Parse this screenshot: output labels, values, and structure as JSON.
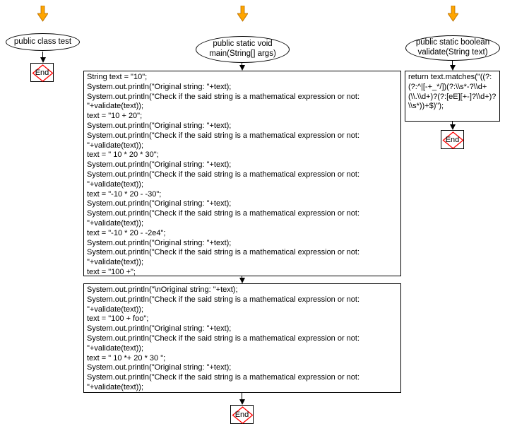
{
  "diagram": {
    "colors": {
      "start_arrow": "#FFA500",
      "end_diamond": "#FF0000",
      "line": "#000000"
    },
    "end_label": "End",
    "class_node": {
      "label": "public class test"
    },
    "main_node": {
      "label": "public static void main(String[] args)"
    },
    "validate_node": {
      "label": "public static boolean validate(String text)"
    },
    "main_code_part1": "String text = \"10\";\nSystem.out.println(\"Original string: \"+text);\nSystem.out.println(\"Check if the said string is a mathematical expression or not: \"+validate(text));\ntext = \"10 + 20\";\nSystem.out.println(\"Original string: \"+text);\nSystem.out.println(\"Check if the said string is a mathematical expression or not: \"+validate(text));\ntext = \" 10 * 20 * 30\";\nSystem.out.println(\"Original string: \"+text);\nSystem.out.println(\"Check if the said string is a mathematical expression or not: \"+validate(text));\ntext = \"-10 * 20 - -30\";\nSystem.out.println(\"Original string: \"+text);\nSystem.out.println(\"Check if the said string is a mathematical expression or not: \"+validate(text));\ntext = \"-10 * 20 - -2e4\";\nSystem.out.println(\"Original string: \"+text);\nSystem.out.println(\"Check if the said string is a mathematical expression or not: \"+validate(text));\ntext = \"100 +\";",
    "main_code_part2": "System.out.println(\"\\nOriginal string: \"+text);\nSystem.out.println(\"Check if the said string is a mathematical expression or not: \"+validate(text));\ntext = \"100 + foo\";\nSystem.out.println(\"Original string: \"+text);\nSystem.out.println(\"Check if the said string is a mathematical expression or not: \"+validate(text));\ntext = \" 10 *+ 20 * 30 \";\nSystem.out.println(\"Original string: \"+text);\nSystem.out.println(\"Check if the said string is a mathematical expression or not: \"+validate(text));",
    "validate_code": "return text.matches(\"((?:(?:^|[-+_*/])(?:\\\\s*-?\\\\d+(\\\\.\\\\d+)?(?:[eE][+-]?\\\\d+)?\\\\s*))+$)\");"
  }
}
